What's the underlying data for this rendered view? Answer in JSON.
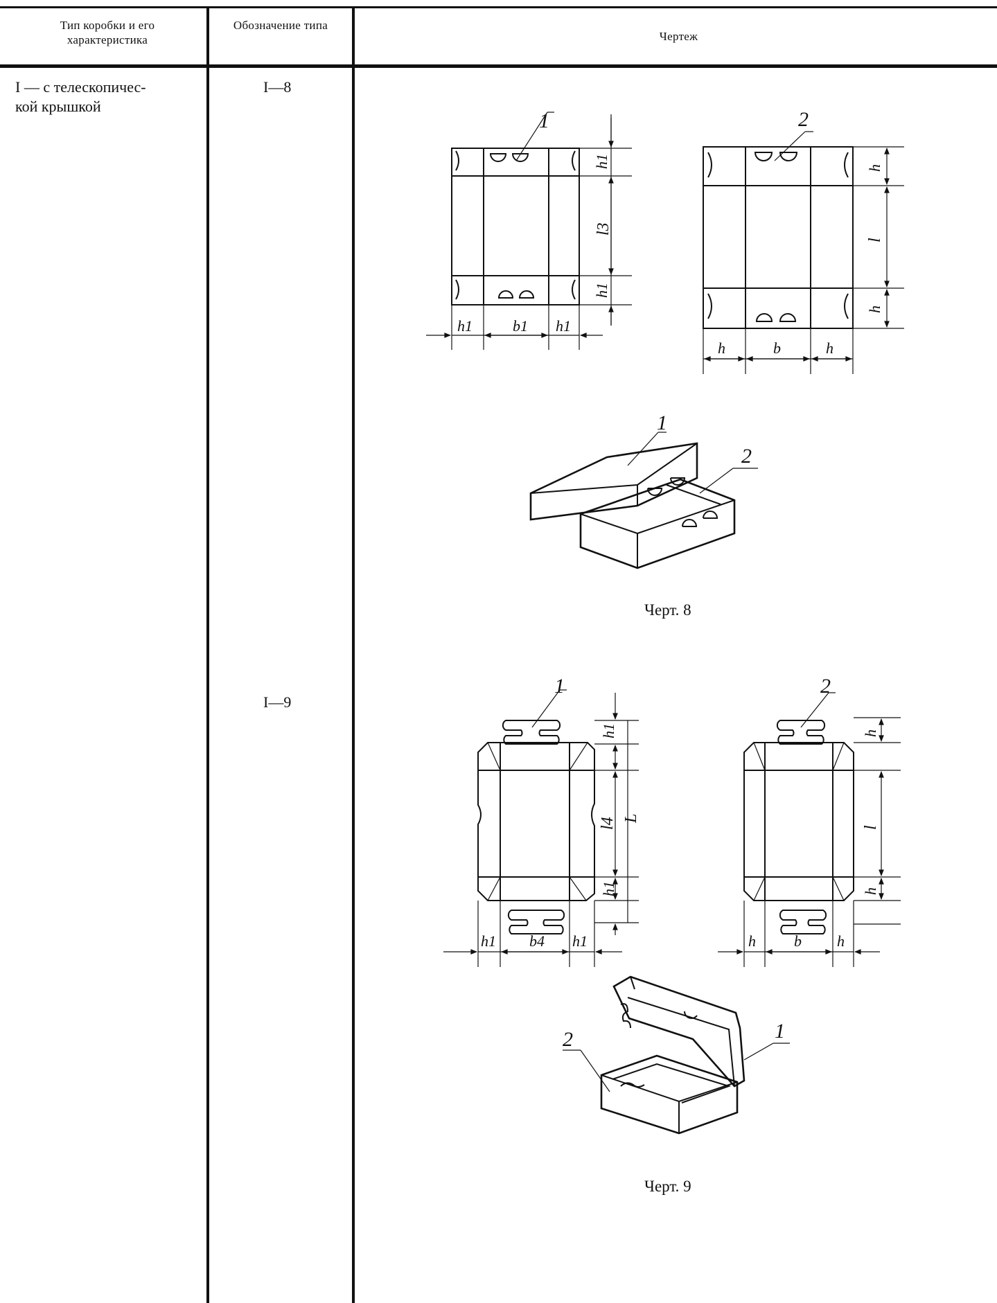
{
  "table": {
    "headers": {
      "type_desc": "Тип коробки и его характеристика",
      "designation": "Обозначение типа",
      "drawing": "Чертеж"
    },
    "row": {
      "type_desc_line1": "I — с телескопичес-",
      "type_desc_line2": "кой крышкой",
      "code_a": "I—8",
      "code_b": "I—9"
    }
  },
  "figures": {
    "fig8_caption": "Черт. 8",
    "fig9_caption": "Черт. 9",
    "part_labels": [
      "1",
      "2"
    ],
    "fig8_labels_1": {
      "h1": "h1",
      "l3": "l3",
      "b1": "b1"
    },
    "fig8_labels_2": {
      "h": "h",
      "l": "l",
      "b": "b"
    },
    "fig9_labels_1": {
      "h1": "h1",
      "l4": "l4",
      "L": "L",
      "b4": "b4"
    },
    "fig9_labels_2": {
      "h": "h",
      "l": "l",
      "b": "b"
    }
  }
}
